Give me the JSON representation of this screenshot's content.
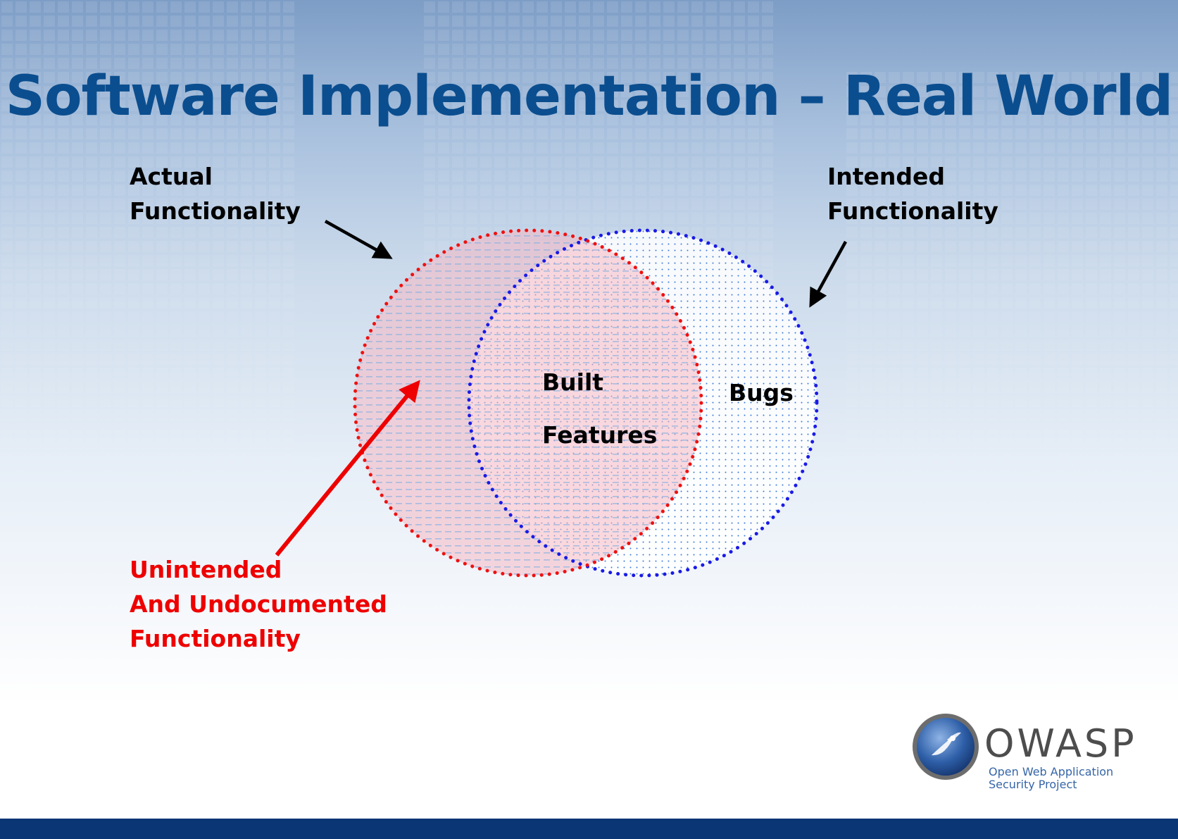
{
  "slide": {
    "title": "Software Implementation – Real World"
  },
  "labels": {
    "actual": [
      "Actual",
      "Functionality"
    ],
    "intended": [
      "Intended",
      "Functionality"
    ],
    "built": [
      "Built",
      "Features"
    ],
    "bugs": "Bugs",
    "unintended": [
      "Unintended",
      "And Undocumented",
      "Functionality"
    ]
  },
  "logo": {
    "name": "OWASP",
    "tagline": [
      "Open Web Application",
      "Security Project"
    ]
  },
  "colors": {
    "title": "#0b4e8f",
    "actual_circle": "#ee1111",
    "intended_circle": "#1a1ae6",
    "unintended_text": "#ee0000",
    "footer": "#0b3676"
  }
}
